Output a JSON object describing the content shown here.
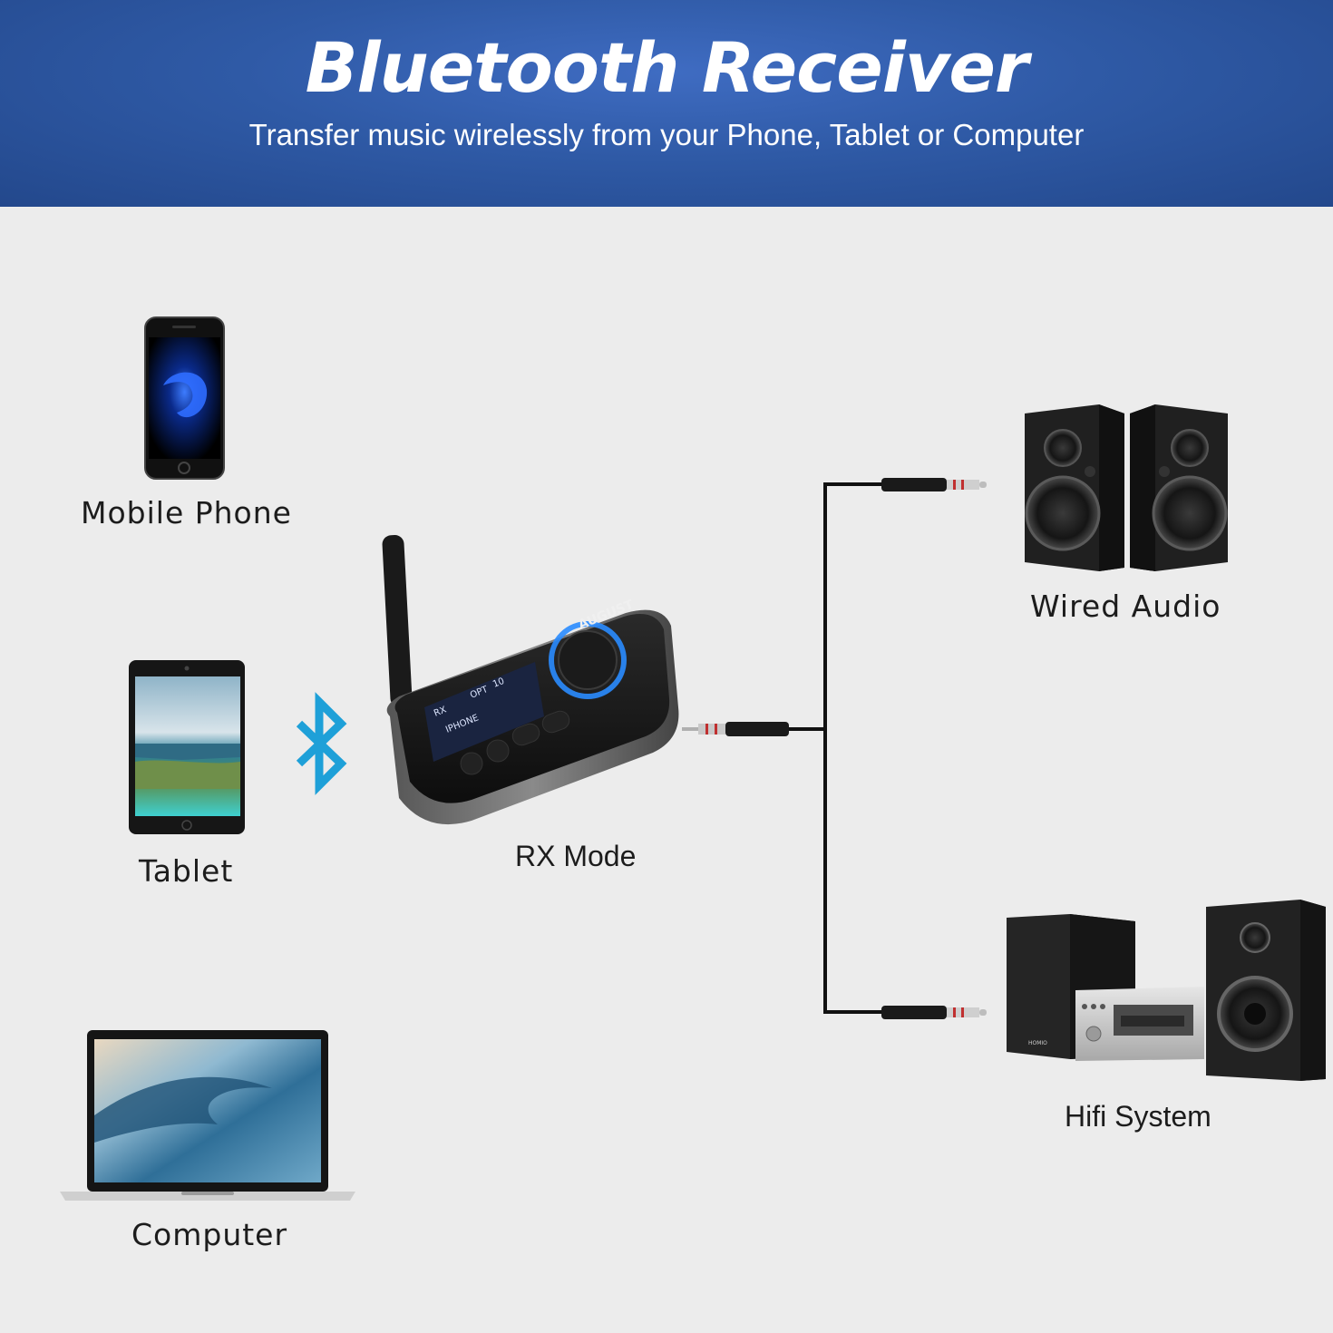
{
  "header": {
    "title": "Bluetooth Receiver",
    "subtitle": "Transfer music wirelessly from your Phone, Tablet or Computer"
  },
  "sources": {
    "phone_label": "Mobile Phone",
    "tablet_label": "Tablet",
    "computer_label": "Computer"
  },
  "device": {
    "mode_label": "RX Mode",
    "brand": "AUGUST",
    "screen_line1": "OPT",
    "screen_line1b": "10",
    "screen_mode": "RX",
    "screen_source": "IPHONE"
  },
  "outputs": {
    "wired_label": "Wired Audio",
    "hifi_label": "Hifi System",
    "hifi_brand": "HOMIO"
  },
  "colors": {
    "header_blue": "#2f5aa6",
    "bluetooth_blue": "#1ea0d8",
    "background": "#ececec"
  }
}
